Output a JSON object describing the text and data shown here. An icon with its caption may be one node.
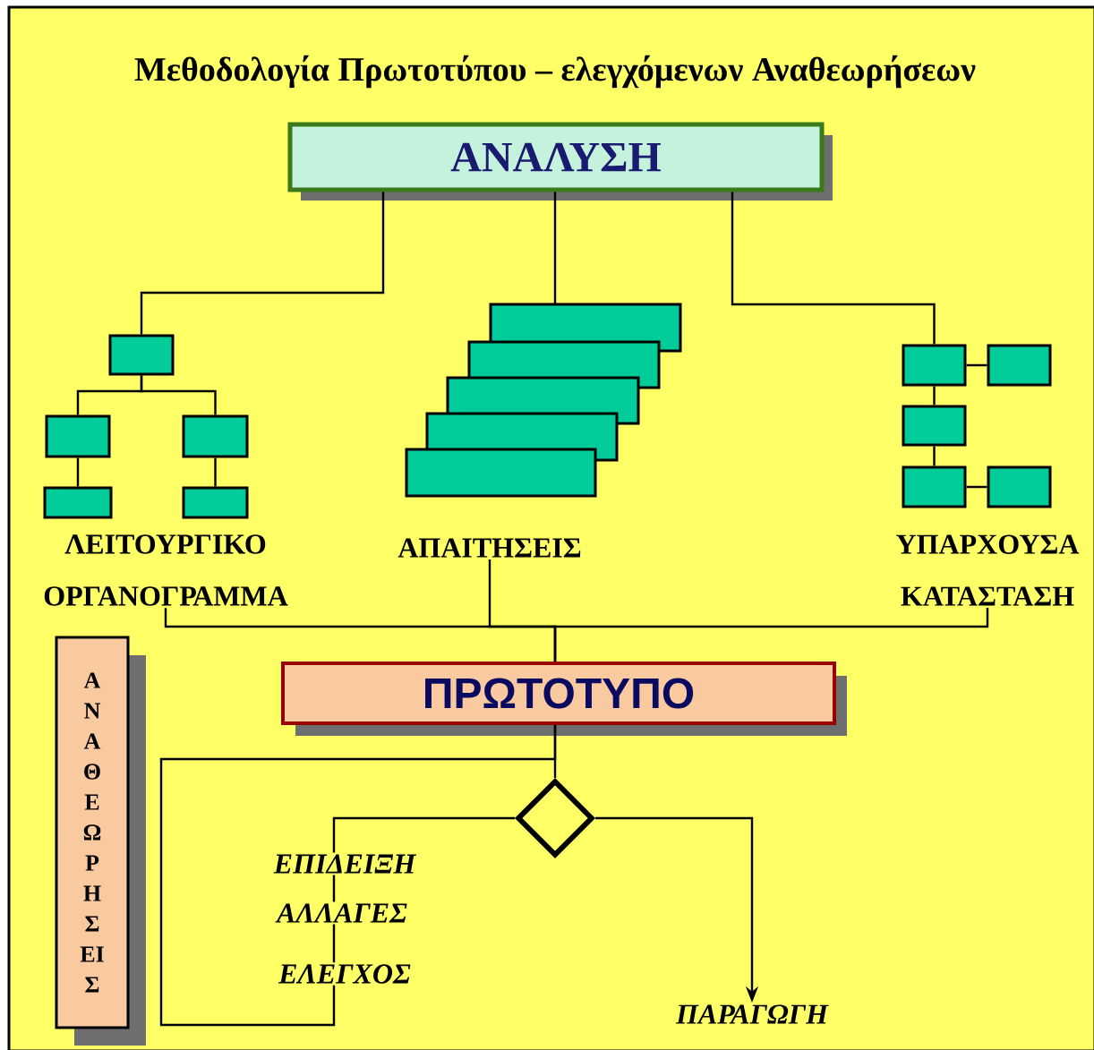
{
  "diagram": {
    "title": "Μεθοδολογία Πρωτοτύπου – ελεγχόμενων Αναθεωρήσεων",
    "nodes": [
      {
        "text": [
          "ΑΝΑΛΥΣΗ"
        ]
      },
      {
        "text": [],
        "shape": "box"
      },
      {
        "text": [],
        "shape": "box"
      },
      {
        "text": [],
        "shape": "box"
      },
      {
        "text": [],
        "shape": "box"
      },
      {
        "text": [],
        "shape": "box"
      },
      {
        "text": [],
        "shape": "box"
      },
      {
        "text": [],
        "shape": "box"
      },
      {
        "text": [],
        "shape": "box"
      },
      {
        "text": [],
        "shape": "box"
      },
      {
        "text": [],
        "shape": "box"
      },
      {
        "text": [],
        "shape": "box"
      },
      {
        "text": [],
        "shape": "box"
      },
      {
        "text": [],
        "shape": "box"
      },
      {
        "text": [],
        "shape": "box"
      },
      {
        "text": [],
        "shape": "box"
      },
      {
        "text": [
          "ΛΕΙΤΟΥΡΓΙΚΟ ΟΡΓΑΝΟΓΡΑΜΜΑ"
        ]
      },
      {
        "text": [
          "ΑΠΑΙΤΗΣΕΙΣ"
        ]
      },
      {
        "text": [
          "ΥΠΑΡΧΟΥΣΑ ΚΑΤΑΣΤΑΣΗ"
        ]
      },
      {
        "text": [
          "ΠΡΩΤΟΤΥΠΟ"
        ]
      },
      {
        "text": [
          "Α Ν Α Θ Ε Ω Ρ Η Σ ΕΙ Σ"
        ]
      },
      {
        "text": [],
        "shape": "diamond"
      },
      {
        "text": [
          "ΠΑΡΑΓΩΓΗ"
        ]
      }
    ],
    "edges": [
      {
        "from": 0,
        "to": 1,
        "arrow": "none"
      },
      {
        "from": 1,
        "to": 2,
        "arrow": "none"
      },
      {
        "from": 1,
        "to": 3,
        "arrow": "none"
      },
      {
        "from": 2,
        "to": 4,
        "arrow": "none"
      },
      {
        "from": 3,
        "to": 5,
        "arrow": "none"
      },
      {
        "from": 0,
        "to": 6,
        "arrow": "none"
      },
      {
        "from": 0,
        "to": 11,
        "arrow": "none"
      },
      {
        "from": 11,
        "to": 12,
        "arrow": "none"
      },
      {
        "from": 11,
        "to": 13,
        "arrow": "none"
      },
      {
        "from": 13,
        "to": 14,
        "arrow": "none"
      },
      {
        "from": 14,
        "to": 15,
        "arrow": "none"
      },
      {
        "from": 16,
        "to": 19,
        "arrow": "none"
      },
      {
        "from": 17,
        "to": 19,
        "arrow": "none"
      },
      {
        "from": 18,
        "to": 19,
        "arrow": "none"
      },
      {
        "from": 19,
        "to": 21,
        "arrow": "none"
      },
      {
        "from": 21,
        "to": 19,
        "arrow": "none"
      },
      {
        "from": 21,
        "to": 22,
        "arrow": "to"
      }
    ],
    "labels": [
      "ΕΠΙΔΕΙΞΗ",
      "ΑΛΛΑΓΕΣ",
      "ΕΛΕΓΧΟΣ"
    ]
  }
}
